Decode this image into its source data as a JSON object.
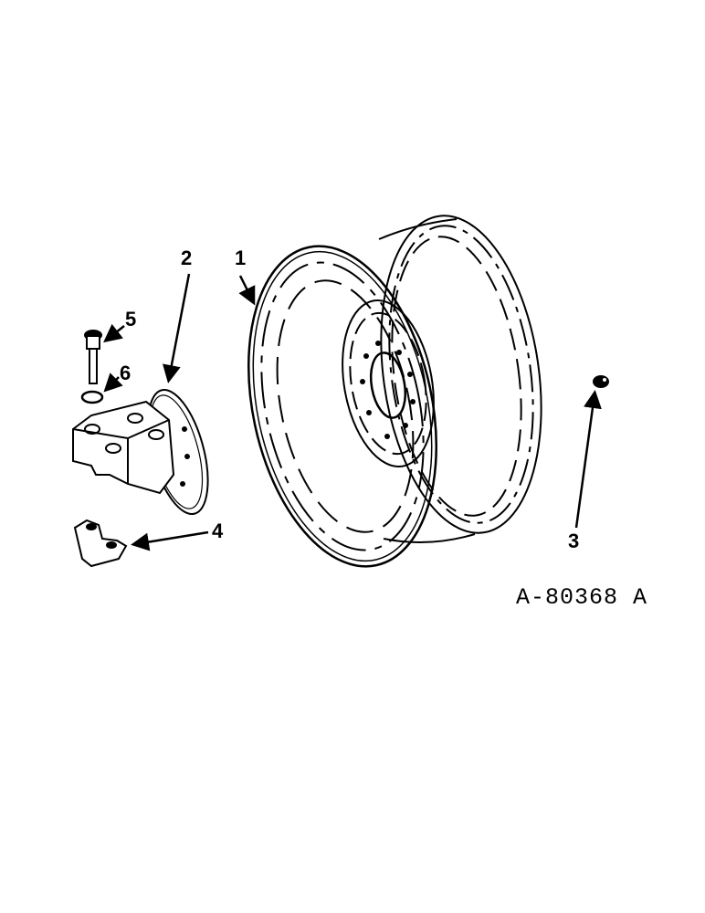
{
  "figure": {
    "id_label": "A-80368 A",
    "line_color": "#000000",
    "background": "#ffffff"
  },
  "callouts": [
    {
      "number": "1",
      "part": "wheel-rim"
    },
    {
      "number": "2",
      "part": "wheel-hub"
    },
    {
      "number": "3",
      "part": "valve-stem"
    },
    {
      "number": "4",
      "part": "hub-clamp"
    },
    {
      "number": "5",
      "part": "bolt"
    },
    {
      "number": "6",
      "part": "washer"
    }
  ]
}
